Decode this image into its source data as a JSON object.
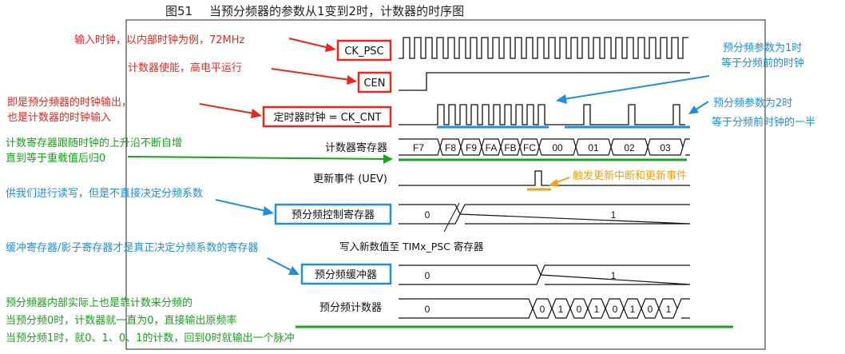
{
  "figure": {
    "number": "图51",
    "title": "当预分频器的参数从1变到2时，计数器的时序图"
  },
  "signals": {
    "ck_psc": "CK_PSC",
    "cen": "CEN",
    "ck_cnt": "定时器时钟 = CK_CNT",
    "counter": "计数器寄存器",
    "uev": "更新事件 (UEV)",
    "psc_ctrl": "预分频控制寄存器",
    "psc_buf": "预分频缓冲器",
    "psc_cnt": "预分频计数器"
  },
  "values": {
    "counter": [
      "F7",
      "F8",
      "F9",
      "FA",
      "FB",
      "FC",
      "00",
      "01",
      "02",
      "03"
    ],
    "psc_ctrl": [
      "0",
      "1"
    ],
    "psc_buf": [
      "0",
      "1"
    ],
    "psc_cnt_init": "0",
    "psc_cnt_seq": [
      "0",
      "1",
      "0",
      "1",
      "0",
      "1",
      "0",
      "1"
    ]
  },
  "write_note": "写入新数值至 TIMx_PSC 寄存器",
  "annotations": {
    "red1": "输入时钟，以内部时钟为例，72MHz",
    "red2": "计数器使能，高电平运行",
    "red3_line1": "即是预分频器的时钟输出，",
    "red3_line2": "也是计数器的时钟输入",
    "blue1_line1": "预分频参数为1时",
    "blue1_line2": "等于分频前的时钟",
    "blue2_line1": "预分频参数为2时",
    "blue2_line2": "等于分频前时钟的一半",
    "green1_line1": "计数寄存器跟随时钟的上升沿不断自增",
    "green1_line2": "直到等于重载值后归0",
    "orange1": "触发更新中断和更新事件",
    "blue3": "供我们进行读写，但是不直接决定分频系数",
    "blue4": "缓冲寄存器/影子寄存器才是真正决定分频系数的寄存器",
    "green2_line1": "预分频器内部实际上也是靠计数来分频的",
    "green2_line2": "当预分频0时，计数器就一直为0，直接输出原频率",
    "green2_line3": "当预分频1时，就0、1、0、1的计数，回到0时就输出一个脉冲"
  },
  "colors": {
    "red": "#e8271f",
    "blue": "#1e8fe0",
    "green": "#19a31c",
    "orange": "#f2a01b"
  }
}
